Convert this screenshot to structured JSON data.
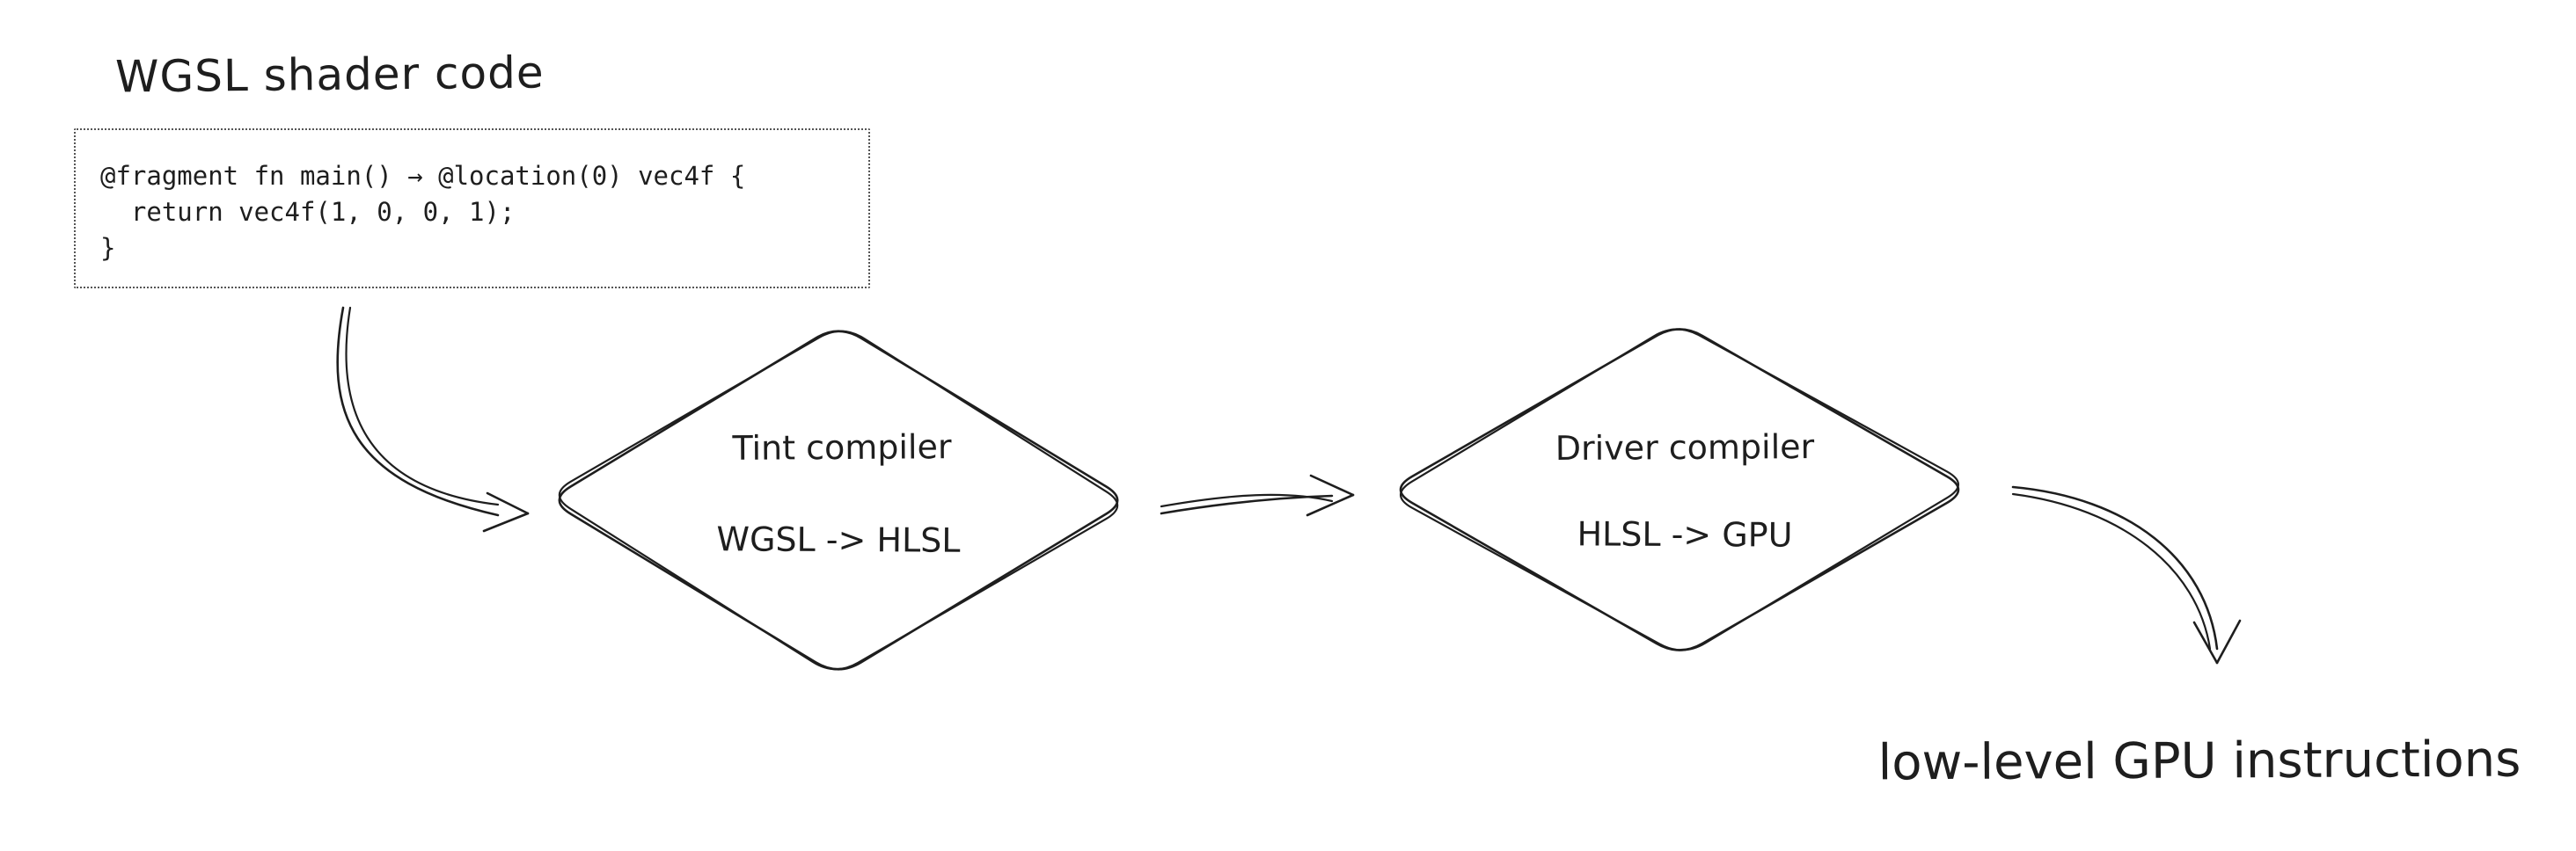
{
  "diagram": {
    "title": "WGSL shader code",
    "code_block": {
      "lines": {
        "0": "@fragment fn main() → @location(0) vec4f {",
        "1": "  return vec4f(1, 0, 0, 1);",
        "2": "}"
      }
    },
    "nodes": {
      "tint": {
        "label": "Tint compiler",
        "sublabel": "WGSL -> HLSL"
      },
      "driver": {
        "label": "Driver compiler",
        "sublabel": "HLSL -> GPU"
      }
    },
    "output_label": "low-level GPU instructions",
    "colors": {
      "ink": "#1e1e1e",
      "background": "#ffffff"
    }
  }
}
